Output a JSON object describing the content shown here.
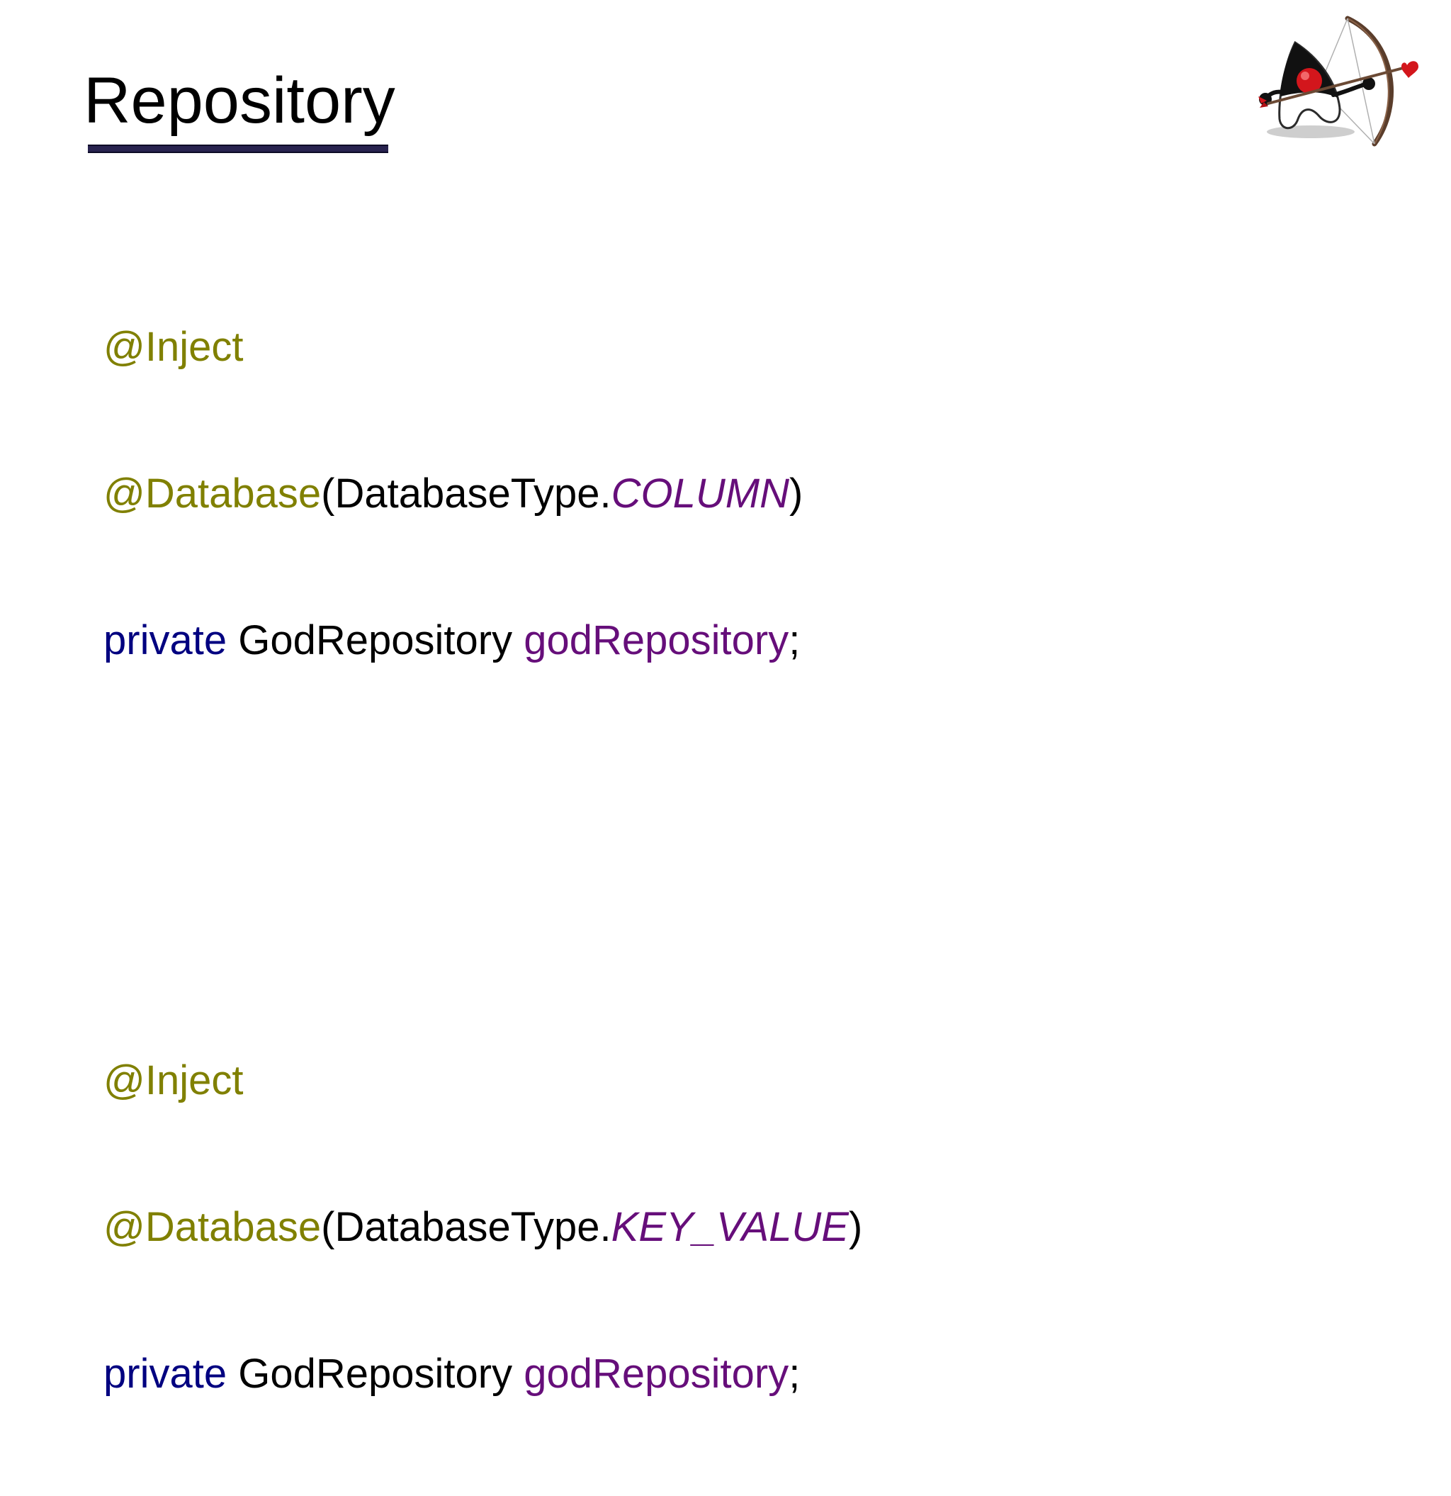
{
  "slide": {
    "title": "Repository"
  },
  "code": {
    "block1": {
      "inject": "@Inject",
      "database_annotation": "@Database",
      "open_paren": "(",
      "enum_type": "DatabaseType.",
      "enum_value": "COLUMN",
      "close_paren": ")",
      "keyword": "private",
      "space1": " ",
      "type": "GodRepository",
      "space2": " ",
      "field": "godRepository",
      "semicolon": ";"
    },
    "block2": {
      "inject": "@Inject",
      "database_annotation": "@Database",
      "open_paren": "(",
      "enum_type": "DatabaseType.",
      "enum_value": "KEY_VALUE",
      "close_paren": ")",
      "keyword": "private",
      "space1": " ",
      "type": "GodRepository",
      "space2": " ",
      "field": "godRepository",
      "semicolon": ";"
    }
  },
  "colors": {
    "annotation": "#808000",
    "keyword": "#000080",
    "field": "#660e7a",
    "title_rule": "#28234f"
  },
  "icons": {
    "mascot": "duke-archer-icon"
  }
}
